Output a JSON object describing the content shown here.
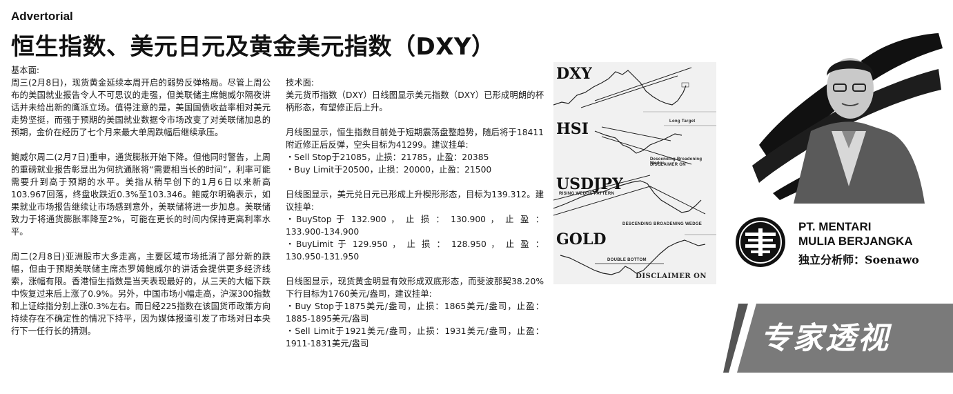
{
  "header": {
    "tag": "Advertorial",
    "headline": "恒生指数、美元日元及黄金美元指数（DXY）"
  },
  "left_column": {
    "paragraphs": [
      "基本面:\n周三(2月8日)，现货黄金延续本周开启的弱势反弹格局。尽管上周公布的美国就业报告令人不可思议的走强，但美联储主席鲍威尔隔夜讲话并未给出新的鹰派立场。值得注意的是，美国国债收益率相对美元走势坚挺，而强于预期的美国就业数据令市场改变了对美联储加息的预期，金价在经历了七个月来最大单周跌幅后继续承压。",
      "鲍威尔周二(2月7日)重申，通货膨胀开始下降。但他同时警告，上周的重磅就业报告彰显出为何抗通胀将“需要相当长的时间”，利率可能需要升到高于预期的水平。美指从稍早创下的1月6日以来新高103.967回落，终盘收跌近0.3%至103.346。鲍威尔明确表示，如果就业市场报告继续让市场感到意外，美联储将进一步加息。美联储致力于将通货膨胀率降至2%，可能在更长的时间内保持更高利率水平。",
      "周二(2月8日)亚洲股市大多走高，主要区域市场抵消了部分新的跌幅，但由于预期美联储主席杰罗姆鲍威尔的讲话会提供更多经济线索，涨幅有限。香港恒生指数是当天表现最好的，从三天的大幅下跌中恢复过来后上涨了0.9%。另外，中国市场小幅走高，沪深300指数和上证综指分别上涨0.3%左右。而日经225指数在该国货币政策方向持续存在不确定性的情况下持平，因为媒体报道引发了市场对日本央行下一任行长的猜测。"
    ]
  },
  "right_column": {
    "paragraphs": [
      "技术面:\n美元货币指数（DXY）日线图显示美元指数（DXY）已形成明朗的杯柄形态，有望修正后上升。",
      "月线图显示，恒生指数目前处于短期震荡盘整趋势，随后将于18411附近修正后反弹，空头目标为41299。建议挂单:\n・Sell Stop于21085，止损：21785，止盈：20385\n・Buy Limit于20500，止损：20000，止盈：21500",
      "日线图显示，美元兑日元已形成上升楔形形态，目标为139.312。建议挂单:\n・BuyStop 于 132.900 ， 止 损 ： 130.900 ， 止 盈 ： 133.900-134.900\n・BuyLimit 于 129.950 ， 止 损 ： 128.950 ， 止 盈 ： 130.950-131.950",
      "日线图显示，现货黄金明显有效形成双底形态，而斐波那契38.20%下行目标为1760美元/盎司，建议挂单:\n・Buy Stop于1875美元/盎司，止损：1865美元/盎司，止盈：1885-1895美元/盎司\n・Sell Limit于1921美元/盎司，止损：1931美元/盎司，止盈：1911-1831美元/盎司"
    ]
  },
  "charts": {
    "panels": [
      {
        "label": "DXY",
        "note": ""
      },
      {
        "label": "HSI",
        "note": "Descending Broadening Wedge",
        "note2": "DISCLAIMER ON",
        "note3": "Long Target"
      },
      {
        "label": "USDJPY",
        "note": "RISING WEDGE PATTERN",
        "note2": "DESCENDING BROADENING WEDGE"
      },
      {
        "label": "GOLD",
        "note": "DOUBLE BOTTOM",
        "note2": "DISCLAIMER ON"
      }
    ]
  },
  "sidebar": {
    "company": "PT. MENTARI\nMULIA BERJANGKA",
    "analyst": "独立分析师：Soenawo",
    "banner": "专家透视"
  },
  "colors": {
    "banner_bg": "#7a7a7a",
    "text": "#1a1a1a"
  }
}
